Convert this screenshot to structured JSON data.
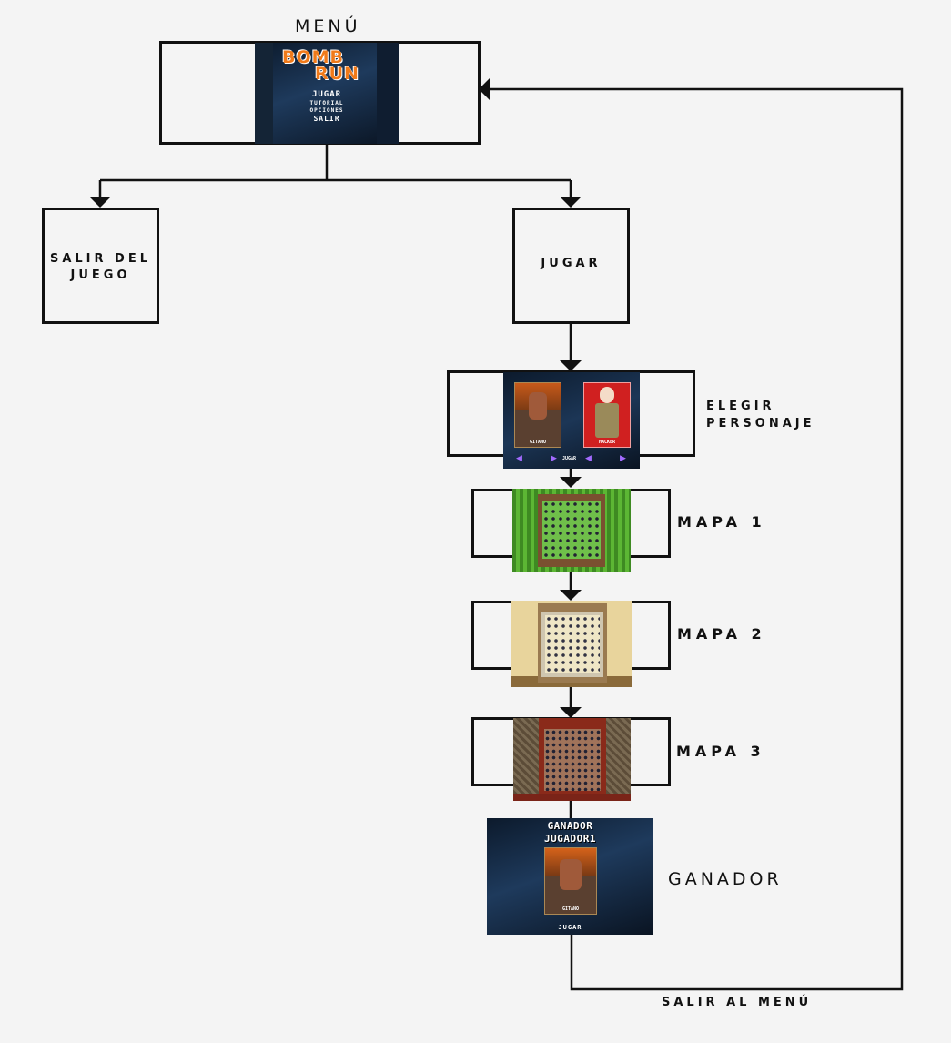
{
  "nodes": {
    "menu": {
      "title": "MENÚ",
      "logo_line1": "BOMB",
      "logo_line2": "RUN",
      "options": [
        "JUGAR",
        "TUTORIAL",
        "OPCIONES",
        "SALIR"
      ]
    },
    "salir_juego": {
      "label": "SALIR DEL\nJUEGO"
    },
    "jugar": {
      "label": "JUGAR"
    },
    "elegir_personaje": {
      "label": "ELEGIR\nPERSONAJE",
      "char1": "GITANO",
      "char2": "HACKER",
      "button": "JUGAR"
    },
    "mapa1": {
      "label": "MAPA 1"
    },
    "mapa2": {
      "label": "MAPA 2"
    },
    "mapa3": {
      "label": "MAPA 3"
    },
    "ganador": {
      "label": "GANADOR",
      "screen_line1": "GANADOR",
      "screen_line2": "JUGADOR1",
      "char_name": "GITANO",
      "button": "JUGAR"
    },
    "salir_menu": {
      "label": "SALIR AL MENÚ"
    }
  },
  "colors": {
    "line": "#111111",
    "background": "#f4f4f4",
    "logo_orange": "#f07a1a",
    "grass": "#4aa12a",
    "sand": "#e8d49c",
    "brick": "#6b5a42"
  }
}
